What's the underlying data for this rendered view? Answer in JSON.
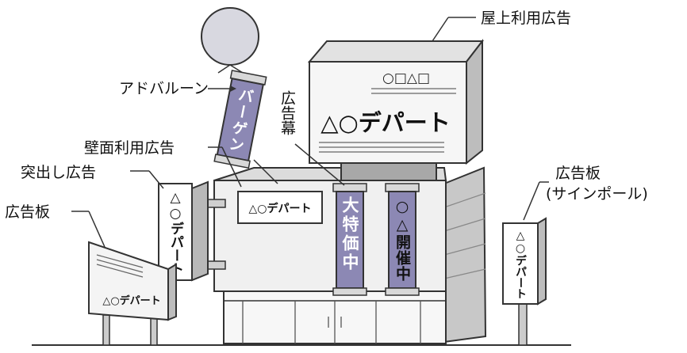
{
  "labels": {
    "rooftop": "屋上利用広告",
    "balloon": "アドバルーン",
    "curtain": "広告幕",
    "wall": "壁面利用広告",
    "projecting": "突出し広告",
    "board": "広告板",
    "pole_line1": "広告板",
    "pole_line2": "(サインポール)"
  },
  "signs": {
    "balloon_banner": "バーゲン",
    "rooftop_symbols": "○□△□",
    "rooftop_main": "△○デパート",
    "wall_sign": "△○デパート",
    "projecting_sign": "△○デパート",
    "curtain1": "大特価中",
    "curtain2": "○△開催中",
    "board_sign": "△○デパート",
    "pole_sign": "△○デパート"
  },
  "colors": {
    "banner": "#8c88b4",
    "balloon": "#d8d8e0",
    "building_light": "#f2f2f2",
    "building_mid": "#d8d8d8",
    "building_dark": "#a9a9a9"
  }
}
